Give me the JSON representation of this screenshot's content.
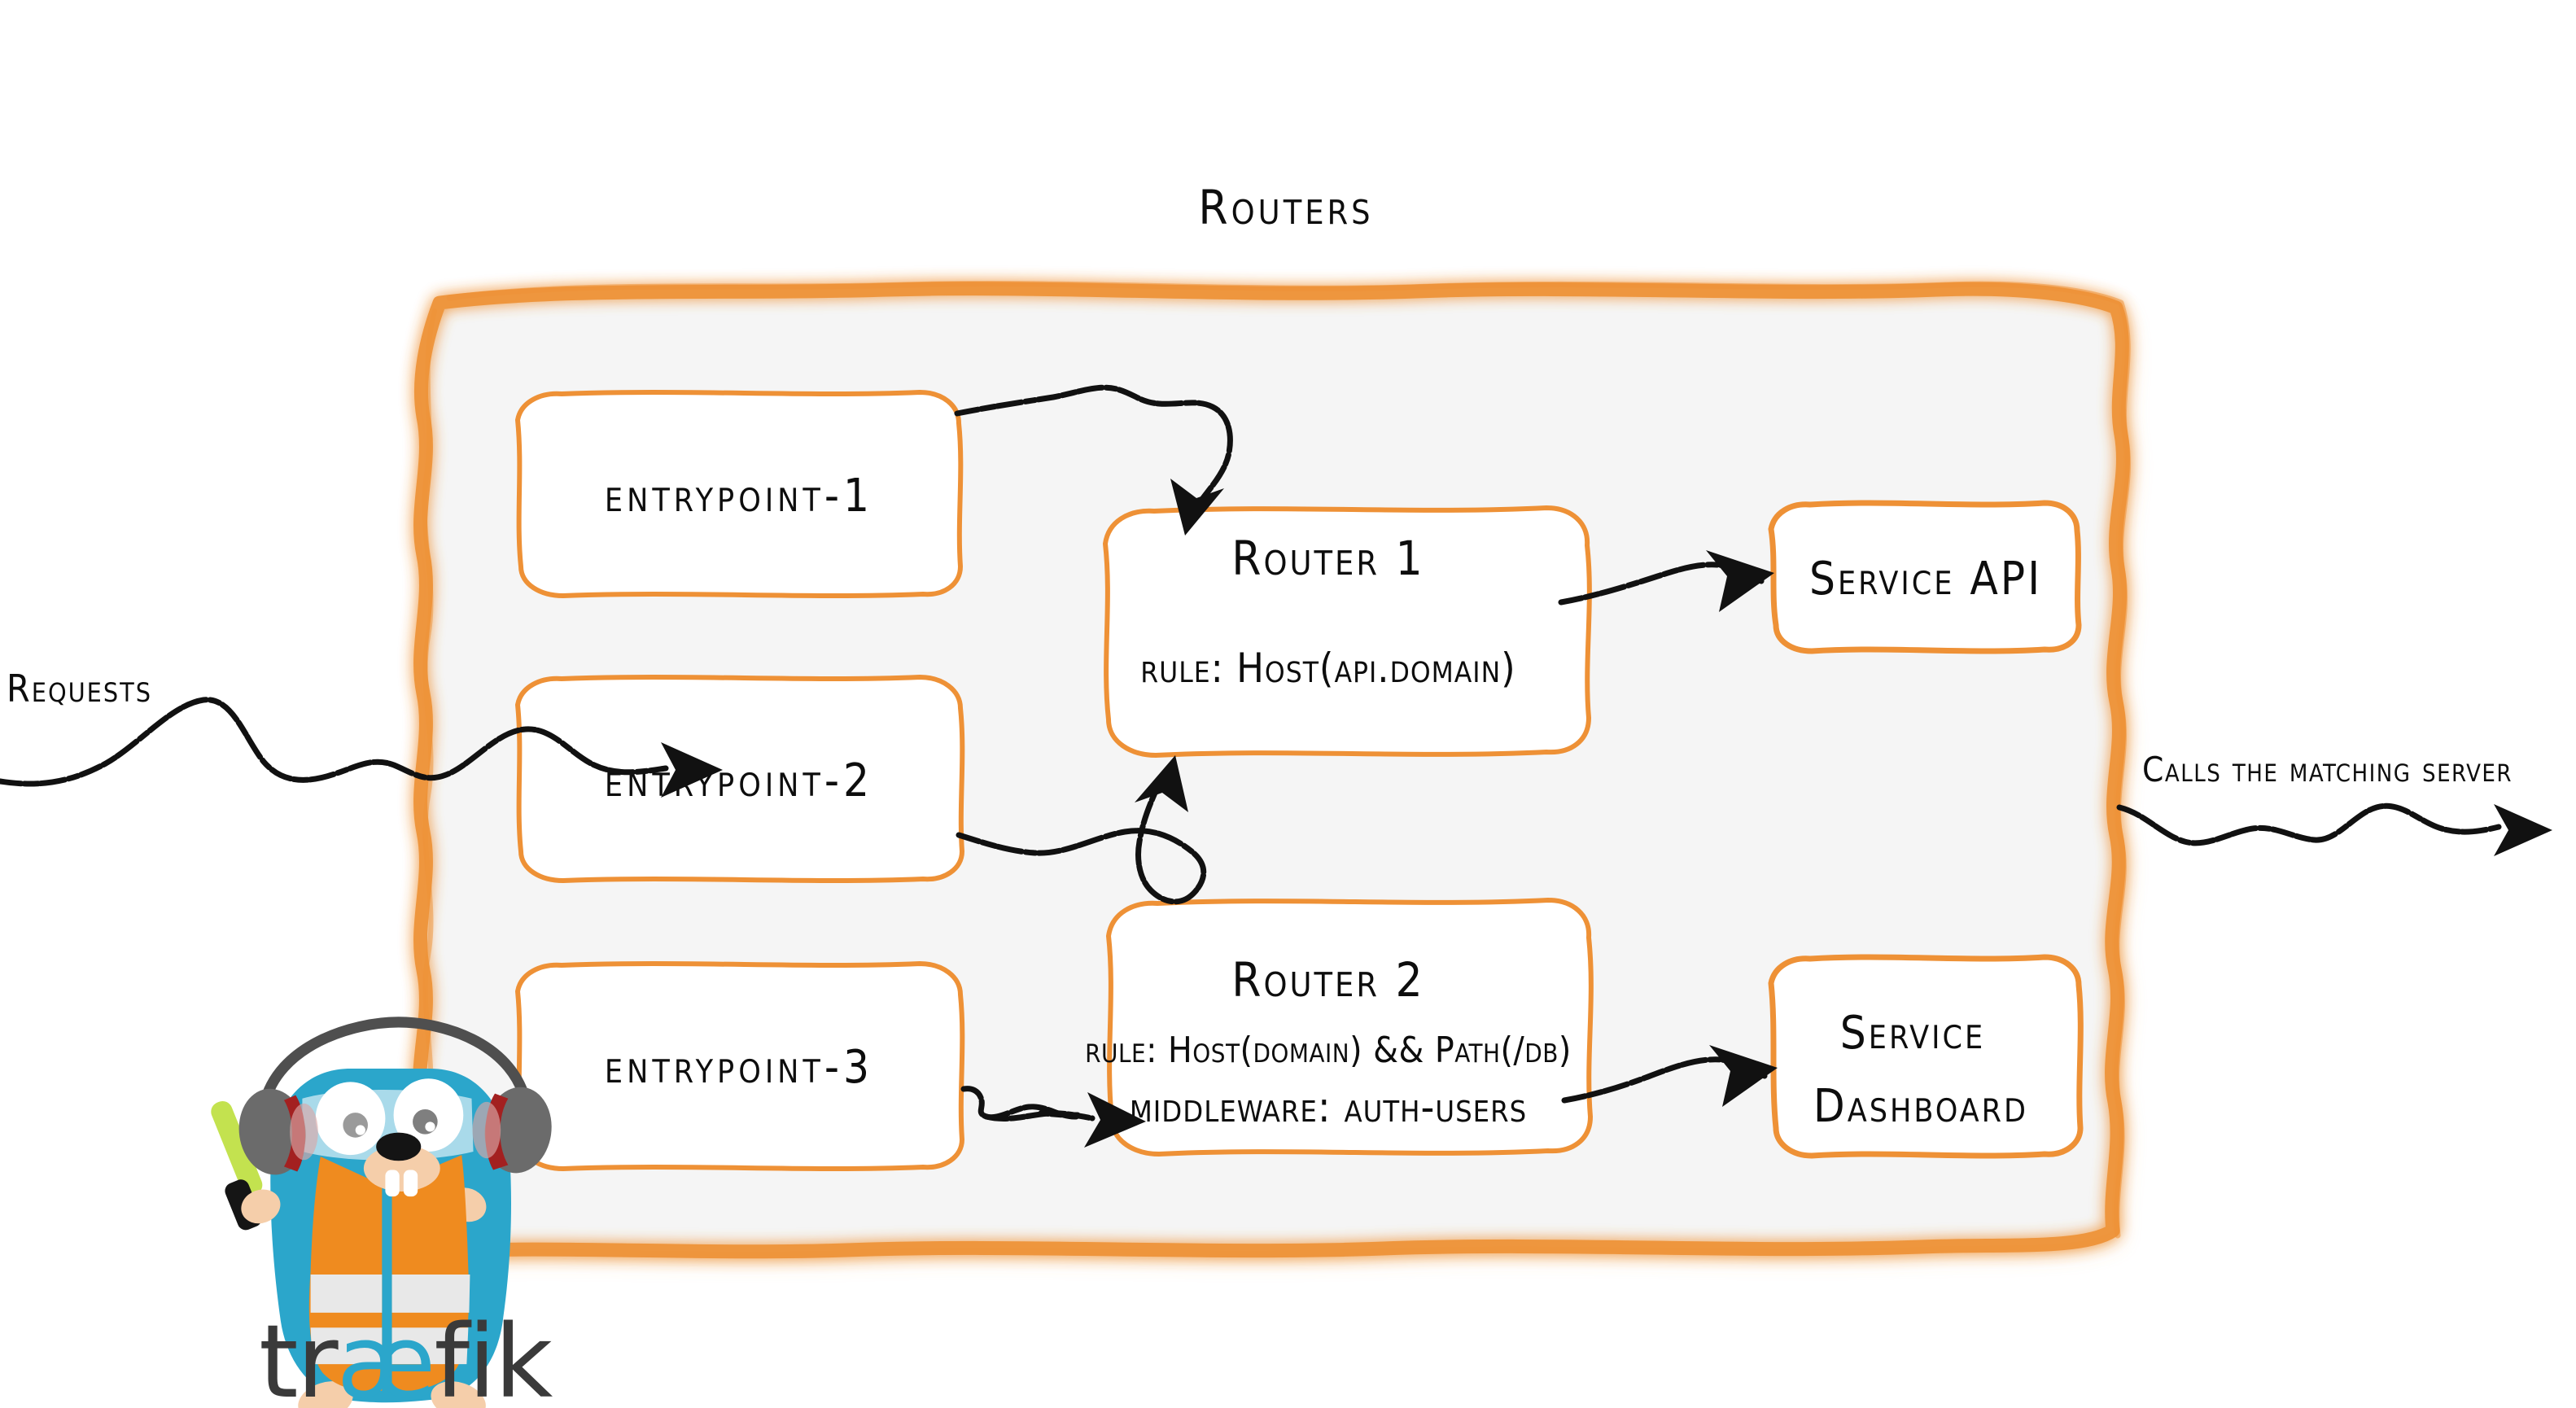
{
  "diagram": {
    "title": "Routers",
    "brand_color": "#ee9136",
    "panel_color": "#f5f5f5",
    "logo": {
      "prefix": "tr",
      "ligature": "æ",
      "suffix": "fik",
      "ligature_color": "#2ba6cb",
      "text_color": "#3a3a3a"
    }
  },
  "left": {
    "requests_label": "Requests"
  },
  "right": {
    "calls_label": "Calls the matching server"
  },
  "entrypoints": [
    {
      "label": "entrypoint-1"
    },
    {
      "label": "entrypoint-2"
    },
    {
      "label": "entrypoint-3"
    }
  ],
  "routers": [
    {
      "name": "Router 1",
      "rule": "rule: Host(api.domain)",
      "middleware": ""
    },
    {
      "name": "Router 2",
      "rule": "rule: Host(domain) && Path(/db)",
      "middleware": "middleware: auth-users"
    }
  ],
  "services": [
    {
      "line1": "Service API",
      "line2": ""
    },
    {
      "line1": "Service",
      "line2": "Dashboard"
    }
  ],
  "mascot": {
    "name": "traefik-gopher",
    "body_color": "#2ba6cb",
    "vest_color": "#ef8b1f",
    "stripe_color": "#e8e8e8",
    "headphone_color": "#5b5b5b",
    "headphone_accent": "#a32020",
    "baton_color": "#c3e24f",
    "skin_color": "#f5ceaa"
  }
}
